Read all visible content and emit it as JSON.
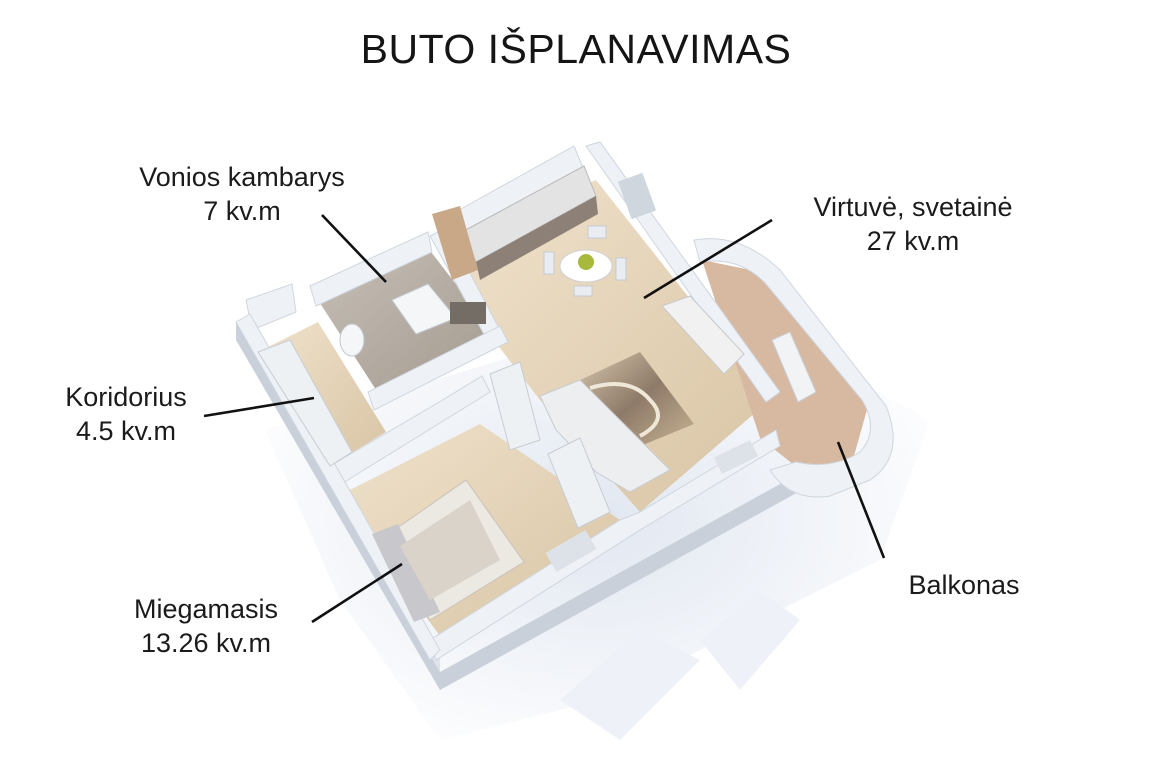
{
  "title": "BUTO IŠPLANAVIMAS",
  "rooms": [
    {
      "id": "bath",
      "name": "Vonios kambarys",
      "area": "7 kv.m"
    },
    {
      "id": "kitchen",
      "name": "Virtuvė, svetainė",
      "area": "27 kv.m"
    },
    {
      "id": "corridor",
      "name": "Koridorius",
      "area": "4.5 kv.m"
    },
    {
      "id": "bedroom",
      "name": "Miegamasis",
      "area": "13.26 kv.m"
    },
    {
      "id": "balcony",
      "name": "Balkonas",
      "area": ""
    }
  ],
  "colors": {
    "wall": "#eef1f5",
    "wall_side": "#c9d0da",
    "floor_wood": "#e7d6bd",
    "floor_tile": "#b7aea3",
    "shadow": "#e6ebf3",
    "leader": "#111111"
  }
}
